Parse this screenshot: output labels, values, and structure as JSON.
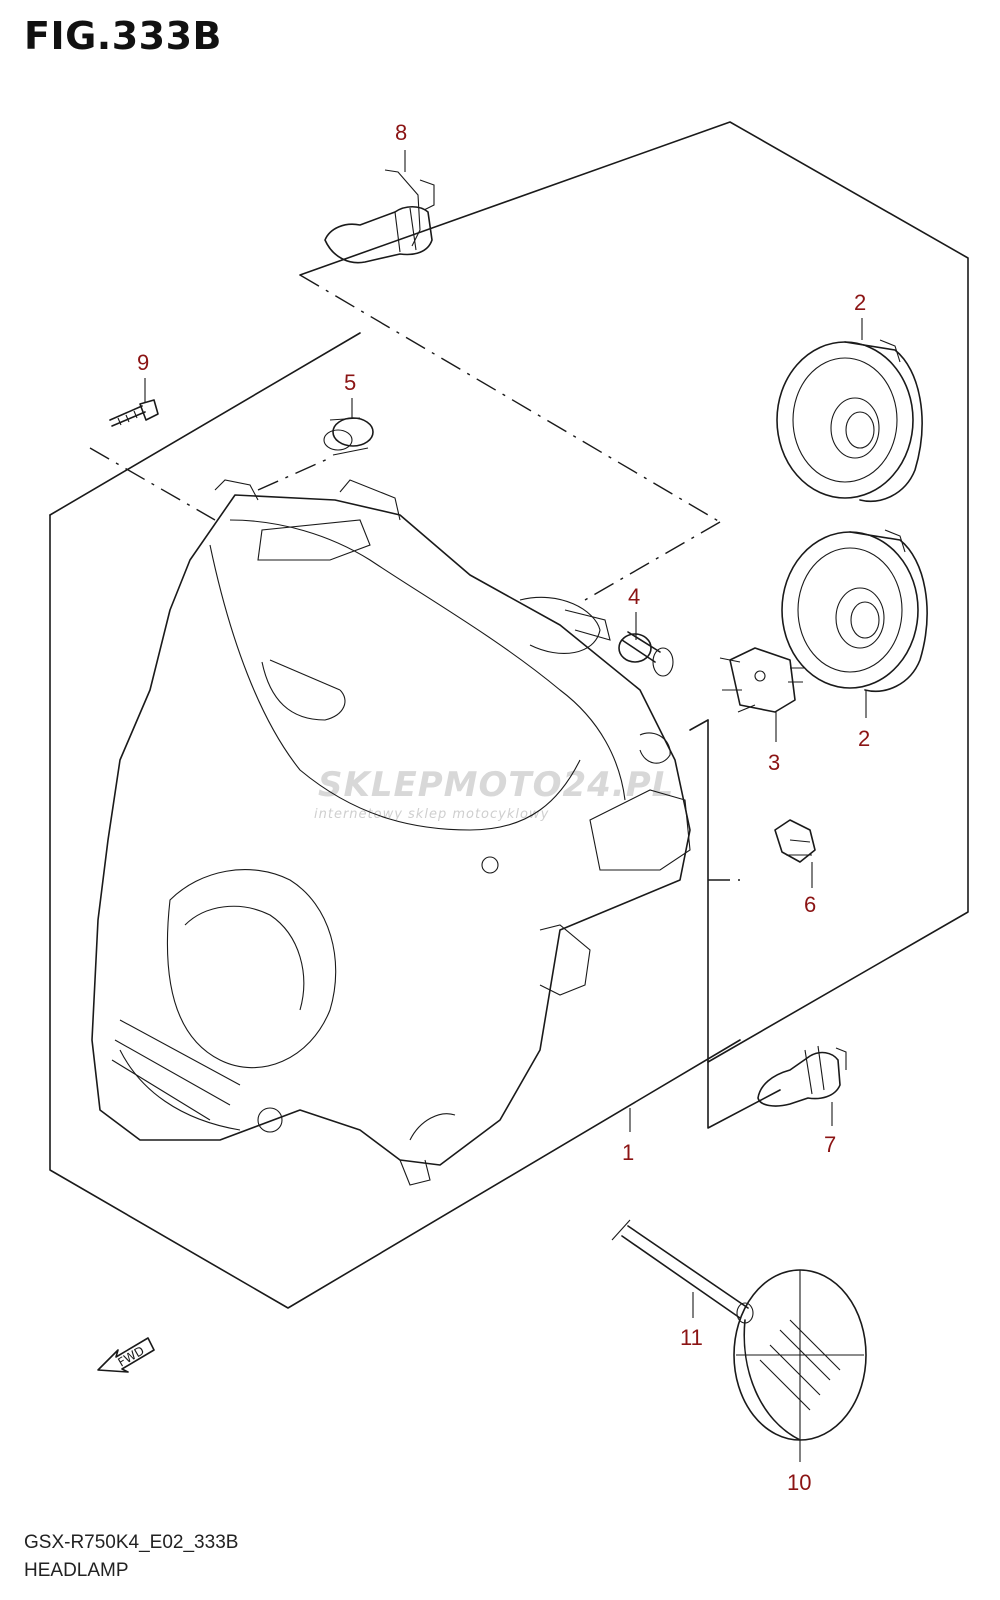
{
  "figure": {
    "title": "FIG.333B",
    "model_code": "GSX-R750K4_E02_333B",
    "part_group": "HEADLAMP"
  },
  "callouts": [
    {
      "id": "callout-1",
      "number": "1"
    },
    {
      "id": "callout-2-top",
      "number": "2"
    },
    {
      "id": "callout-2-bottom",
      "number": "2"
    },
    {
      "id": "callout-3",
      "number": "3"
    },
    {
      "id": "callout-4",
      "number": "4"
    },
    {
      "id": "callout-5",
      "number": "5"
    },
    {
      "id": "callout-6",
      "number": "6"
    },
    {
      "id": "callout-7",
      "number": "7"
    },
    {
      "id": "callout-8",
      "number": "8"
    },
    {
      "id": "callout-9",
      "number": "9"
    },
    {
      "id": "callout-10",
      "number": "10"
    },
    {
      "id": "callout-11",
      "number": "11"
    }
  ],
  "direction_arrow": {
    "label": "FWD"
  },
  "watermark": {
    "brand": "SKLEPMOTO24.PL",
    "tagline": "internetowy sklep motocyklowy"
  },
  "colors": {
    "callout": "#8b1414",
    "line": "#1a1a1a"
  }
}
